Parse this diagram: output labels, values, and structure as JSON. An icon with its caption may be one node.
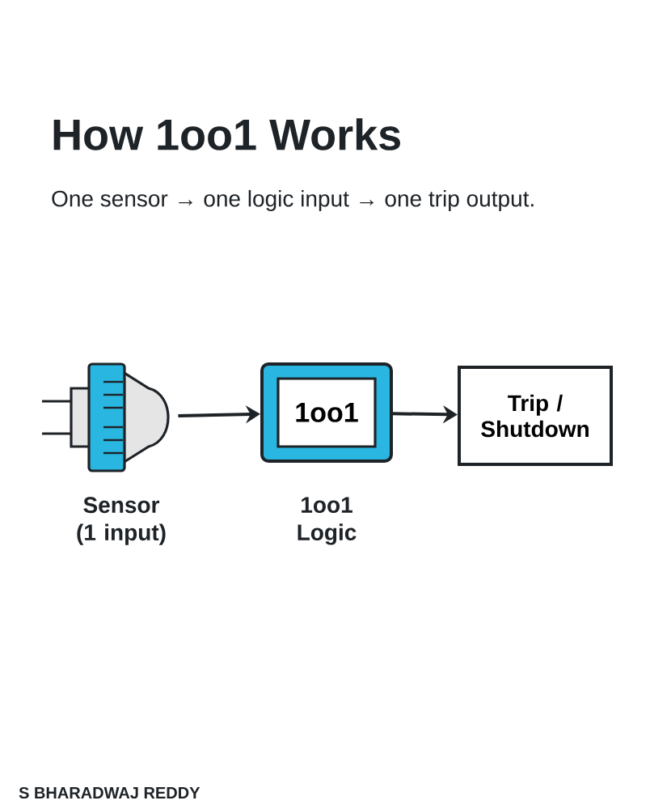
{
  "diagram": {
    "title": "How 1oo1 Works",
    "nodes": [
      {
        "text": [],
        "shape": "picture",
        "beside": [
          "Sensor (1 input)"
        ]
      },
      {
        "text": [
          "1oo1"
        ],
        "beside": [
          "1oo1 Logic"
        ]
      },
      {
        "text": [
          "Trip / Shutdown"
        ]
      }
    ],
    "edges": [
      {
        "from": 0,
        "to": 1,
        "arrow": "to"
      },
      {
        "from": 1,
        "to": 2,
        "arrow": "to"
      }
    ],
    "labels": [
      "One sensor → one logic input → one trip output.",
      "S BHARADWAJ REDDY"
    ]
  }
}
